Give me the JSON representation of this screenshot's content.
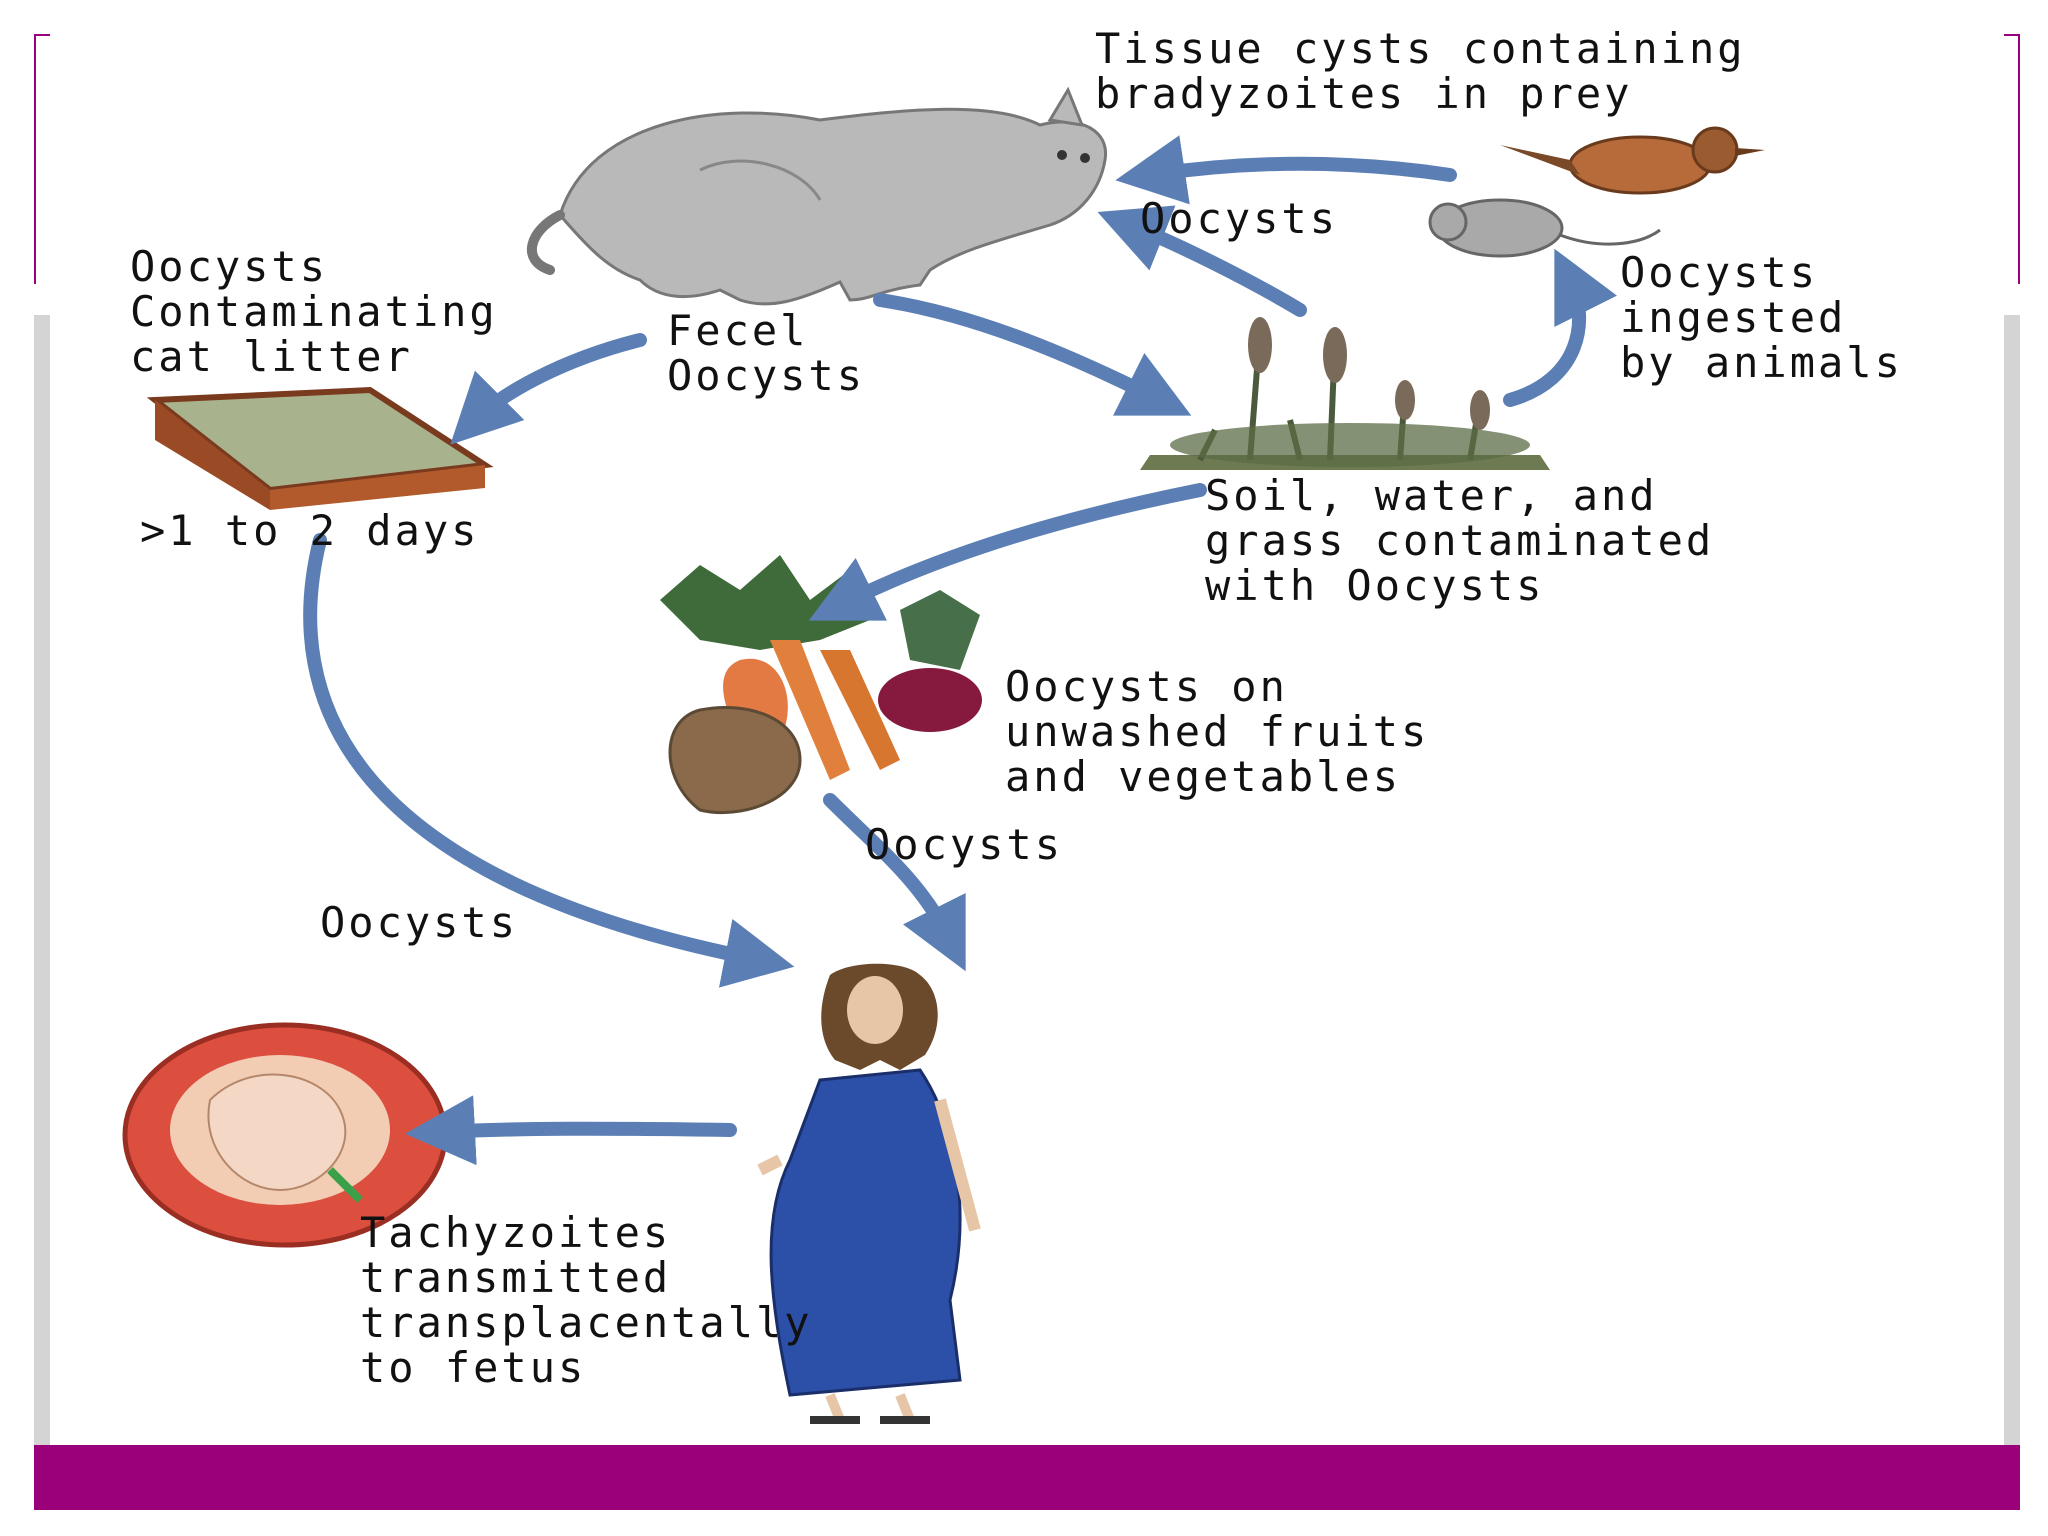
{
  "diagram": {
    "labels": {
      "tissue_cysts": "Tissue cysts containing\nbradyzoites in prey",
      "oocysts_top": "Oocysts",
      "oocysts_ingested": "Oocysts\ningested\nby animals",
      "oocysts_cat_litter": "Oocysts\nContaminating\ncat litter",
      "fecel_oocysts": "Fecel\nOocysts",
      "days": ">1 to 2 days",
      "soil_water": "Soil, water, and\ngrass contaminated\nwith Oocysts",
      "unwashed": "Oocysts on\nunwashed fruits\nand vegetables",
      "oocysts_veg": "Oocysts",
      "oocysts_left": "Oocysts",
      "tachyzoites": "Tachyzoites\ntransmitted\ntransplacentally\nto fetus"
    }
  },
  "colors": {
    "accent": "#99007a",
    "arrow": "#5b7fb5"
  }
}
